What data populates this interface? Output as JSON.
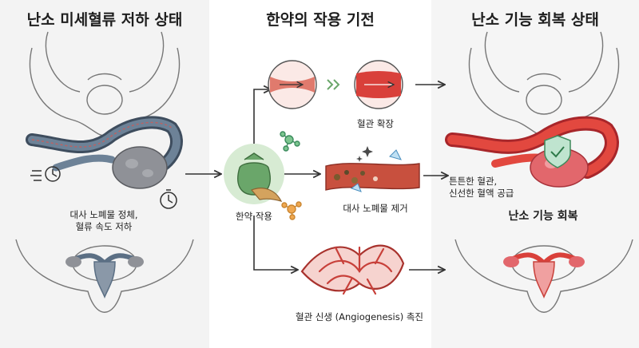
{
  "panels": {
    "left_title": "난소 미세혈류 저하 상태",
    "middle_title": "한약의 작용 기전",
    "right_title": "난소 기능 회복 상태"
  },
  "labels": {
    "left_line1": "대사 노폐물 정체,",
    "left_line2": "혈류 속도 저하",
    "herb": "한약 작용",
    "dilation": "혈관 확장",
    "waste_removal": "대사 노폐물 제거",
    "angiogenesis": "혈관 신생 (Angiogenesis) 촉진",
    "right_line1": "튼튼한 혈관,",
    "right_line2": "신선한 혈액 공급",
    "recovery": "난소 기능 회복"
  },
  "colors": {
    "background_left": "#f4f4f4",
    "vessel_bad": "#5b6f84",
    "vessel_good": "#d9403a",
    "ovary_bad": "#8f9197",
    "ovary_good": "#e2676c",
    "herb_green": "#6aa66a",
    "arrow": "#333333"
  },
  "icons": [
    "pelvis-icon",
    "clock-icon",
    "stopwatch-icon",
    "herb-bag-icon",
    "ginseng-icon",
    "molecule-icon",
    "shield-check-icon",
    "sparkle-icon",
    "uterus-icon"
  ]
}
